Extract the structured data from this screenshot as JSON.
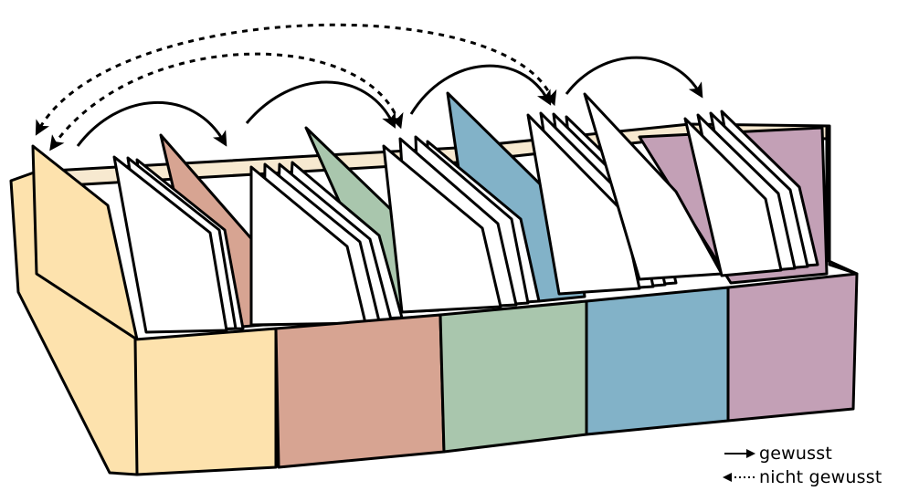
{
  "colors": {
    "outline": "#000000",
    "card": "#ffffff",
    "compartments": [
      "#fde2ad",
      "#d7a492",
      "#a9c6ad",
      "#82b2c8",
      "#c3a0b6"
    ]
  },
  "compartments": [
    {
      "color_name": "yellow"
    },
    {
      "color_name": "red"
    },
    {
      "color_name": "green"
    },
    {
      "color_name": "blue"
    },
    {
      "color_name": "purple"
    }
  ],
  "arrows": [
    {
      "from": 1,
      "to": 2,
      "style": "solid"
    },
    {
      "from": 2,
      "to": 3,
      "style": "solid"
    },
    {
      "from": 3,
      "to": 4,
      "style": "solid"
    },
    {
      "from": 4,
      "to": 5,
      "style": "solid"
    },
    {
      "from": 3,
      "to": 1,
      "style": "dashed"
    },
    {
      "from": 4,
      "to": 1,
      "style": "dashed"
    }
  ],
  "legend": {
    "known_label": "gewusst",
    "unknown_label": "nicht gewusst"
  }
}
